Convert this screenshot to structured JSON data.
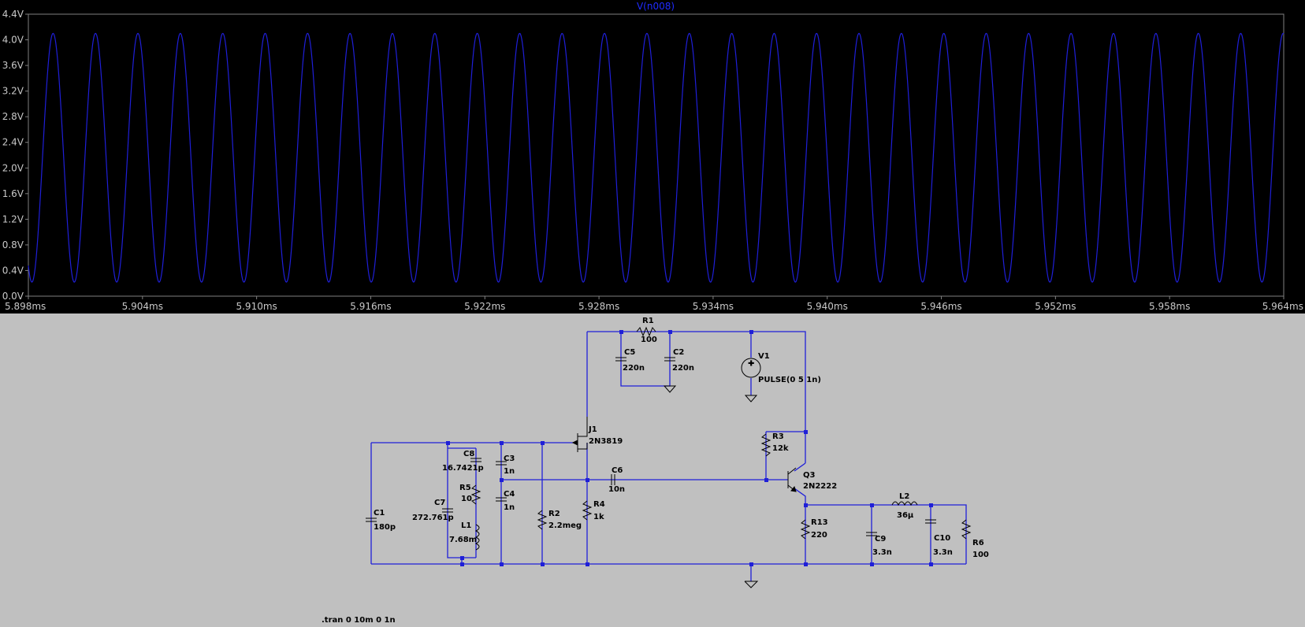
{
  "plot": {
    "trace_name": "V(n008)",
    "trace_color": "#1f1fd8",
    "background": "#000000",
    "y_ticks": [
      "4.4V",
      "4.0V",
      "3.6V",
      "3.2V",
      "2.8V",
      "2.4V",
      "2.0V",
      "1.6V",
      "1.2V",
      "0.8V",
      "0.4V",
      "0.0V"
    ],
    "x_ticks": [
      "5.898ms",
      "5.904ms",
      "5.910ms",
      "5.916ms",
      "5.922ms",
      "5.928ms",
      "5.934ms",
      "5.940ms",
      "5.946ms",
      "5.952ms",
      "5.958ms",
      "5.964ms"
    ]
  },
  "chart_data": {
    "type": "line",
    "title": "V(n008)",
    "xlabel": "",
    "ylabel": "",
    "x_unit": "ms",
    "y_unit": "V",
    "xlim": [
      5.898,
      5.964
    ],
    "ylim": [
      0.0,
      4.4
    ],
    "grid": false,
    "series": [
      {
        "name": "V(n008)",
        "waveform": "sine",
        "min": 0.22,
        "max": 4.1,
        "cycles_visible": 29.6,
        "first_peak_ms": 5.8993,
        "period_ms": 0.00223
      }
    ]
  },
  "schematic": {
    "background": "#c0c0c0",
    "wire_color": "#1f1fd8",
    "directive": ".tran 0 10m 0 1n",
    "components": {
      "R1": {
        "name": "R1",
        "value": "100"
      },
      "C5": {
        "name": "C5",
        "value": "220n"
      },
      "C2": {
        "name": "C2",
        "value": "220n"
      },
      "V1": {
        "name": "V1",
        "value": "PULSE(0 5 1n)"
      },
      "J1": {
        "name": "J1",
        "value": "2N3819"
      },
      "R3": {
        "name": "R3",
        "value": "12k"
      },
      "C8": {
        "name": "C8",
        "value": "16.7421p"
      },
      "C3": {
        "name": "C3",
        "value": "1n"
      },
      "C6": {
        "name": "C6",
        "value": "10n"
      },
      "Q3": {
        "name": "Q3",
        "value": "2N2222"
      },
      "R5": {
        "name": "R5",
        "value": "10"
      },
      "C7": {
        "name": "C7",
        "value": "272.761p"
      },
      "C4": {
        "name": "C4",
        "value": "1n"
      },
      "R4": {
        "name": "R4",
        "value": "1k"
      },
      "L2": {
        "name": "L2",
        "value": "36µ"
      },
      "C1": {
        "name": "C1",
        "value": "180p"
      },
      "R2": {
        "name": "R2",
        "value": "2.2meg"
      },
      "R13": {
        "name": "R13",
        "value": "220"
      },
      "L1": {
        "name": "L1",
        "value": "7.68m"
      },
      "C9": {
        "name": "C9",
        "value": "3.3n"
      },
      "C10": {
        "name": "C10",
        "value": "3.3n"
      },
      "R6": {
        "name": "R6",
        "value": "100"
      }
    }
  }
}
